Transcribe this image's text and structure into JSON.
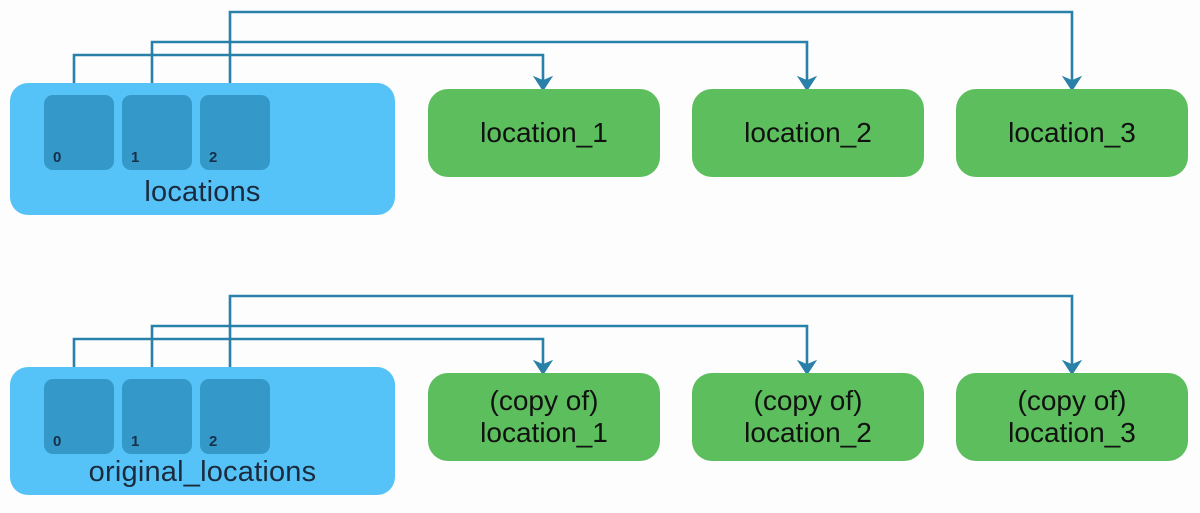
{
  "diagram": {
    "title": "list reference vs copy diagram",
    "colors": {
      "list_container": "#55c3f7",
      "slot": "#3498c8",
      "value_box": "#5cbe5c",
      "connector": "#2980a8",
      "background": "#fdfdfd",
      "text_dark": "#1b2a3d"
    },
    "groups": [
      {
        "id": "top",
        "list": {
          "label": "locations",
          "slots": [
            {
              "index": "0"
            },
            {
              "index": "1"
            },
            {
              "index": "2"
            }
          ]
        },
        "values": [
          {
            "lines": [
              "location_1"
            ]
          },
          {
            "lines": [
              "location_2"
            ]
          },
          {
            "lines": [
              "location_3"
            ]
          }
        ]
      },
      {
        "id": "bottom",
        "list": {
          "label": "original_locations",
          "slots": [
            {
              "index": "0"
            },
            {
              "index": "1"
            },
            {
              "index": "2"
            }
          ]
        },
        "values": [
          {
            "lines": [
              "(copy of)",
              "location_1"
            ]
          },
          {
            "lines": [
              "(copy of)",
              "location_2"
            ]
          },
          {
            "lines": [
              "(copy of)",
              "location_3"
            ]
          }
        ]
      }
    ]
  }
}
